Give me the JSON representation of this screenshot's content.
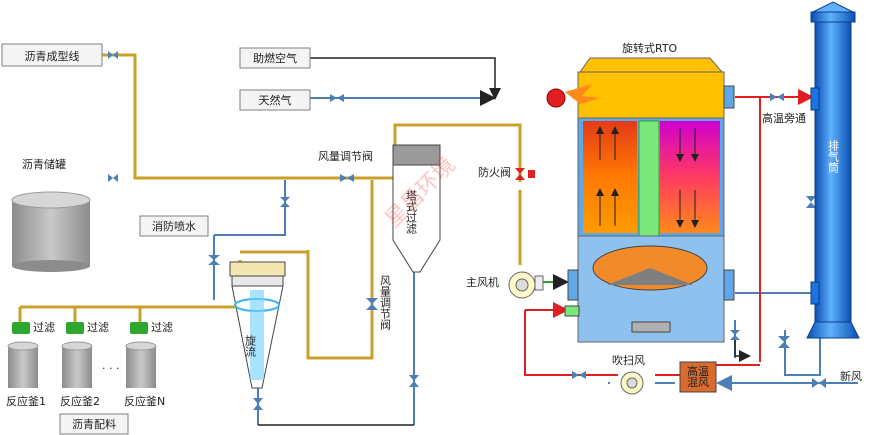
{
  "labels": {
    "asphalt_forming_line": "沥青成型线",
    "combustion_air": "助燃空气",
    "natural_gas": "天然气",
    "rotary_rto": "旋转式RTO",
    "asphalt_tank": "沥青储罐",
    "air_damper_1": "风量调节阀",
    "fire_damper": "防火阀",
    "high_temp_bypass": "高温旁通",
    "stack": "排气筒",
    "fire_spray": "消防喷水",
    "tower_filter": "塔式过滤",
    "main_fan": "主风机",
    "air_damper_2": "风量调节阀",
    "cyclone": "旋流",
    "filter_1": "过滤",
    "filter_2": "过滤",
    "filter_3": "过滤",
    "reactor_1": "反应釜1",
    "reactor_2": "反应釜2",
    "reactor_n": "反应釜N",
    "ellipsis": "· · ·",
    "asphalt_batching": "沥青配料",
    "purge_air": "吹扫风",
    "high_temp_mixing": "高温混风",
    "fresh_air": "新风",
    "watermark": "星昌环境"
  },
  "colors": {
    "asphalt_line": "#c8a02a",
    "gas_line": "#4b7fb5",
    "hot_line": "#e02020",
    "stack_blue": "#1a73e0",
    "rto_shell": "#7fb6e6"
  }
}
